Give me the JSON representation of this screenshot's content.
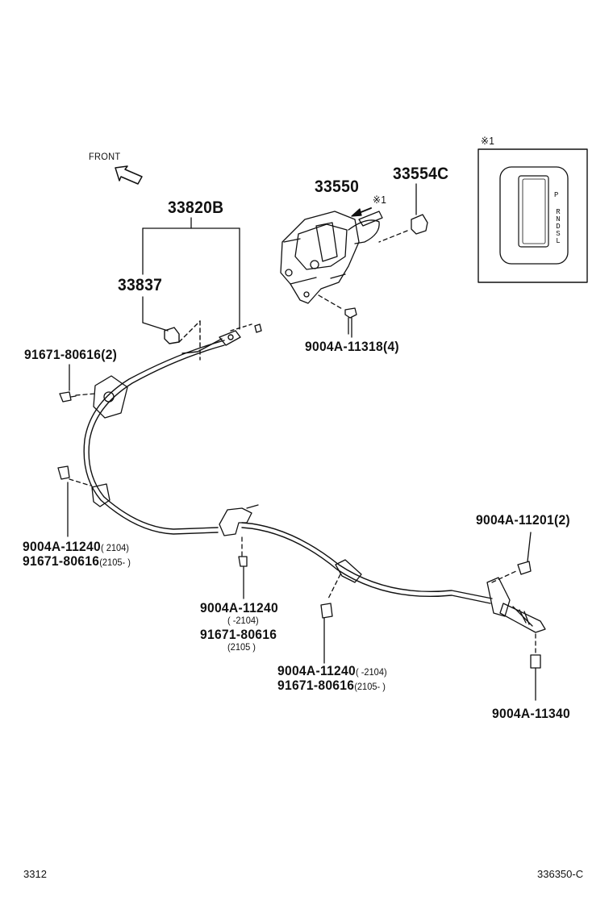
{
  "front_label": "FRONT",
  "inset_mark": "※1",
  "inset_shift_letters_top": "P",
  "inset_shift_letters_bottom": "RNDSL",
  "parts": {
    "p33820B": "33820B",
    "p33837": "33837",
    "p33550": "33550",
    "p33550_mark": "※1",
    "p33554C": "33554C",
    "p9004A_11318": "9004A-11318(4)",
    "p91671_80616_2": "91671-80616(2)",
    "left_a_num": "9004A-11240",
    "left_a_range": "(        2104)",
    "left_b_num": "91671-80616",
    "left_b_range": "(2105-        )",
    "mid_a_num": "9004A-11240",
    "mid_a_range": "(       -2104)",
    "mid_b_num": "91671-80616",
    "mid_b_range": "(2105        )",
    "low_a_num": "9004A-11240",
    "low_a_range": "(       -2104)",
    "low_b_num": "91671-80616",
    "low_b_range": "(2105-        )",
    "p9004A_11201": "9004A-11201(2)",
    "p9004A_11340": "9004A-11340"
  },
  "footer": {
    "left_code": "3312",
    "right_code": "336350-C"
  }
}
